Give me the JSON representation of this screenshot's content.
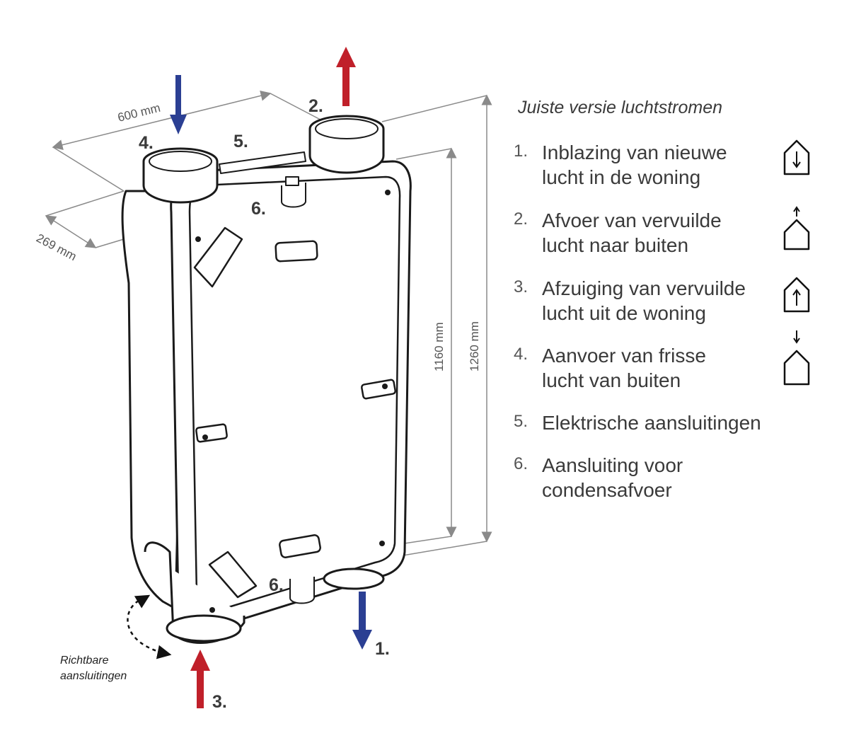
{
  "legend": {
    "title": "Juiste versie luchtstromen",
    "items": [
      {
        "number": "1.",
        "text": "Inblazing van nieuwe\nlucht in de woning",
        "icon": "house-arrow-down-inside-icon"
      },
      {
        "number": "2.",
        "text": "Afvoer van vervuilde\nlucht naar buiten",
        "icon": "house-arrow-up-outside-icon"
      },
      {
        "number": "3.",
        "text": "Afzuiging van vervuilde\nlucht uit de woning",
        "icon": "house-arrow-up-inside-icon"
      },
      {
        "number": "4.",
        "text": "Aanvoer van frisse\nlucht van buiten",
        "icon": "house-arrow-down-outside-icon"
      },
      {
        "number": "5.",
        "text": "Elektrische aansluitingen"
      },
      {
        "number": "6.",
        "text": "Aansluiting voor\ncondensafvoer"
      }
    ]
  },
  "diagram": {
    "callouts": {
      "c1": "1.",
      "c2": "2.",
      "c3": "3.",
      "c4": "4.",
      "c5": "5.",
      "c6_top": "6.",
      "c6_bottom": "6."
    },
    "dimensions": {
      "width": "600 mm",
      "depth": "269 mm",
      "height_inner": "1160 mm",
      "height_outer": "1260 mm"
    },
    "note": {
      "line1": "Richtbare",
      "line2": "aansluitingen"
    },
    "colors": {
      "supply_arrow": "#2b3f93",
      "exhaust_arrow": "#c0202a",
      "outline": "#1a1a1a",
      "dimension_line": "#8a8a8a"
    }
  }
}
